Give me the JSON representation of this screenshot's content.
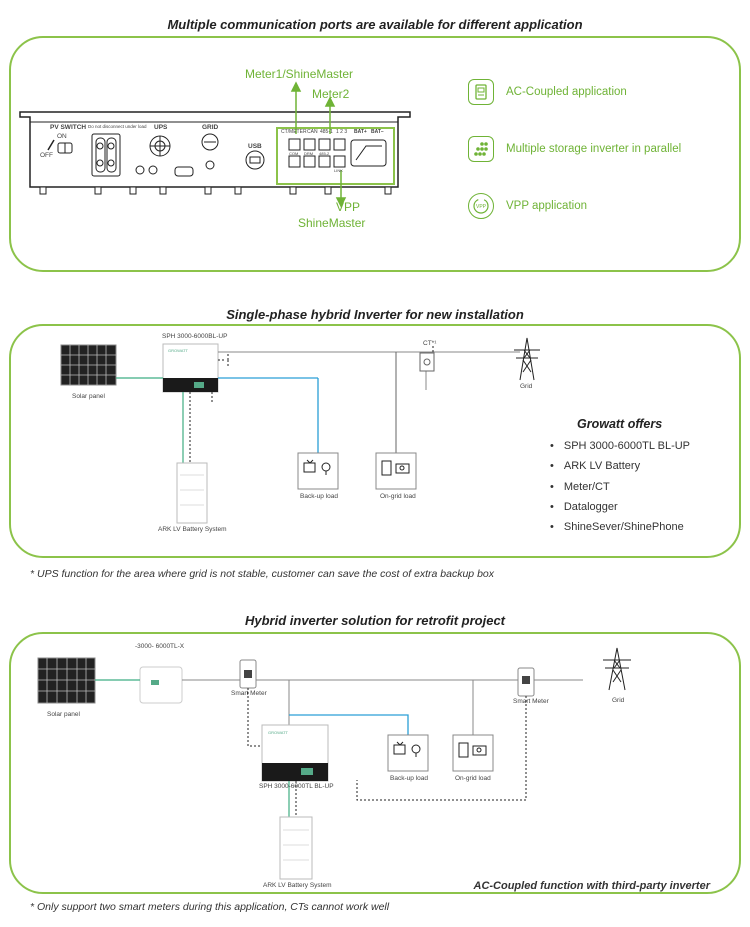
{
  "sections": {
    "s1_title": "Multiple communication ports are available for different application",
    "s2_title": "Single-phase hybrid Inverter for new installation",
    "s3_title": "Hybrid inverter solution for retrofit project"
  },
  "ports": {
    "meter1": "Meter1/ShineMaster",
    "meter2": "Meter2",
    "vpp": "VPP",
    "shinemaster": "ShineMaster",
    "pv_switch": "PV SWITCH",
    "on": "ON",
    "off": "OFF",
    "warning": "Do not disconnect under load",
    "ups": "UPS",
    "grid": "GRID",
    "usb": "USB",
    "ct_meter": "CT/METER",
    "can": "CAN",
    "rs485": "485-1",
    "n123": "1 2 3",
    "bat_plus": "BAT+",
    "bat_minus": "BAT−",
    "port_labels": [
      "COM",
      "DRM",
      "485-2",
      "LINK"
    ]
  },
  "applications": [
    {
      "label": "AC-Coupled application",
      "icon": "ac-coupled-icon"
    },
    {
      "label": "Multiple storage inverter in parallel",
      "icon": "parallel-icon"
    },
    {
      "label": "VPP application",
      "icon": "vpp-icon"
    }
  ],
  "icon_texts": {
    "vpp": "VPP"
  },
  "diagram2": {
    "inverter_model": "SPH 3000-6000BL-UP",
    "solar": "Solar panel",
    "battery": "ARK LV Battery System",
    "ct": "CT*¹",
    "grid": "Grid",
    "backup": "Back-up load",
    "ongrid": "On-grid load",
    "brand": "GROWATT",
    "offers_title": "Growatt offers",
    "offers": [
      "SPH 3000-6000TL BL-UP",
      "ARK LV Battery",
      "Meter/CT",
      "Datalogger",
      "ShineSever/ShinePhone"
    ]
  },
  "note1": "* UPS function for the area where grid is not stable, customer can save the cost of extra backup box",
  "diagram3": {
    "pv_inverter_model": "-3000- 6000TL-X",
    "solar": "Solar panel",
    "smart_meter_left": "Smart Meter",
    "smart_meter_right": "Smart Meter",
    "grid": "Grid",
    "backup": "Back-up load",
    "ongrid": "On-grid load",
    "hybrid_model": "SPH 3000-6000TL BL-UP",
    "battery": "ARK LV Battery System",
    "footer": "AC-Coupled function with third-party inverter",
    "brand": "GROWATT"
  },
  "note2": "* Only support two smart meters during this application, CTs cannot work well",
  "colors": {
    "accent_green": "#8cc34a",
    "label_green": "#6fb336",
    "dc_line": "#3fae83",
    "comm_line": "#2a9fd6"
  }
}
